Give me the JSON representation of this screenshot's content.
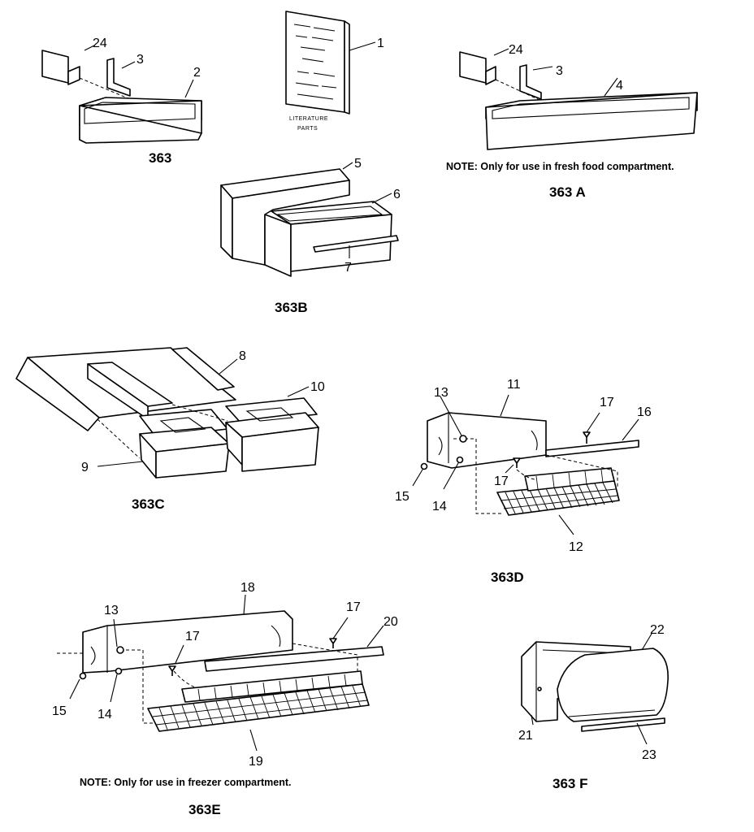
{
  "literature": {
    "line1": "LITERATURE",
    "line2": "PARTS"
  },
  "captions": {
    "c363": "363",
    "c363a": "363 A",
    "c363b": "363B",
    "c363c": "363C",
    "c363d": "363D",
    "c363e": "363E",
    "c363f": "363 F"
  },
  "notes": {
    "fresh": "NOTE: Only for use in fresh food compartment.",
    "freezer": "NOTE: Only for use in freezer compartment."
  },
  "part_numbers": {
    "p1": "1",
    "p2": "2",
    "p3": "3",
    "p4": "4",
    "p5": "5",
    "p6": "6",
    "p7": "7",
    "p8": "8",
    "p9": "9",
    "p10": "10",
    "p11": "11",
    "p12": "12",
    "p13": "13",
    "p14": "14",
    "p15": "15",
    "p16": "16",
    "p17": "17",
    "p18": "18",
    "p19": "19",
    "p20": "20",
    "p21": "21",
    "p22": "22",
    "p23": "23",
    "p24": "24"
  }
}
